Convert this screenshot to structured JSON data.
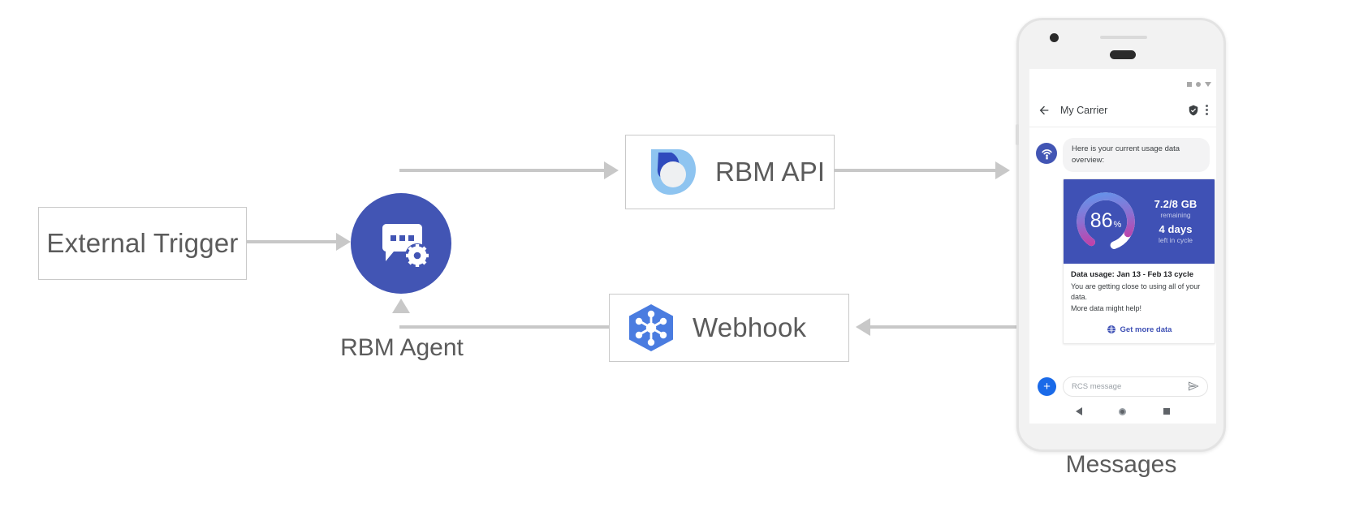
{
  "diagram": {
    "nodes": {
      "external_trigger": {
        "label": "External Trigger"
      },
      "rbm_agent": {
        "label": "RBM Agent",
        "icon": "chat-gear-icon",
        "color": "#4255b4"
      },
      "rbm_api": {
        "label": "RBM API",
        "icon": "rbm-api-logo-icon"
      },
      "webhook": {
        "label": "Webhook",
        "icon": "webhook-hexagon-icon",
        "color": "#4a7ce0"
      },
      "messages": {
        "label": "Messages"
      }
    },
    "connector_color": "#c8c8c8"
  },
  "phone": {
    "status_bar": {
      "icons": [
        "signal-square-icon",
        "wifi-dot-icon",
        "battery-triangle-icon"
      ]
    },
    "app_bar": {
      "back_icon": "back-arrow-icon",
      "title": "My Carrier",
      "verified_icon": "verified-shield-icon",
      "overflow_icon": "overflow-menu-icon"
    },
    "conversation": {
      "agent_avatar_icon": "broadcast-tower-icon",
      "greeting_message": "Here is your current usage data overview:",
      "usage_card": {
        "gauge": {
          "percent_value": "86",
          "percent_sign": "%",
          "percent_number": 86,
          "gradient_start": "#5b9bf0",
          "gradient_mid": "#8d6fd1",
          "gradient_end": "#e0248f",
          "track_color": "#ffffff",
          "background": "#3f51b5"
        },
        "stats": [
          {
            "primary": "7.2/8 GB",
            "secondary": "remaining"
          },
          {
            "primary": "4 days",
            "secondary": "left in cycle"
          }
        ],
        "title": "Data usage: Jan 13 - Feb 13 cycle",
        "description_line1": "You are getting close to using all of your data.",
        "description_line2": "More data might help!",
        "suggestion": {
          "icon": "globe-icon",
          "label": "Get more data",
          "color": "#3f51b5"
        }
      }
    },
    "compose": {
      "add_button_icon": "plus-icon",
      "placeholder": "RCS message",
      "send_icon": "send-icon"
    },
    "nav_bar": {
      "back_icon": "nav-back-icon",
      "home_icon": "nav-home-icon",
      "recents_icon": "nav-recents-icon"
    }
  }
}
